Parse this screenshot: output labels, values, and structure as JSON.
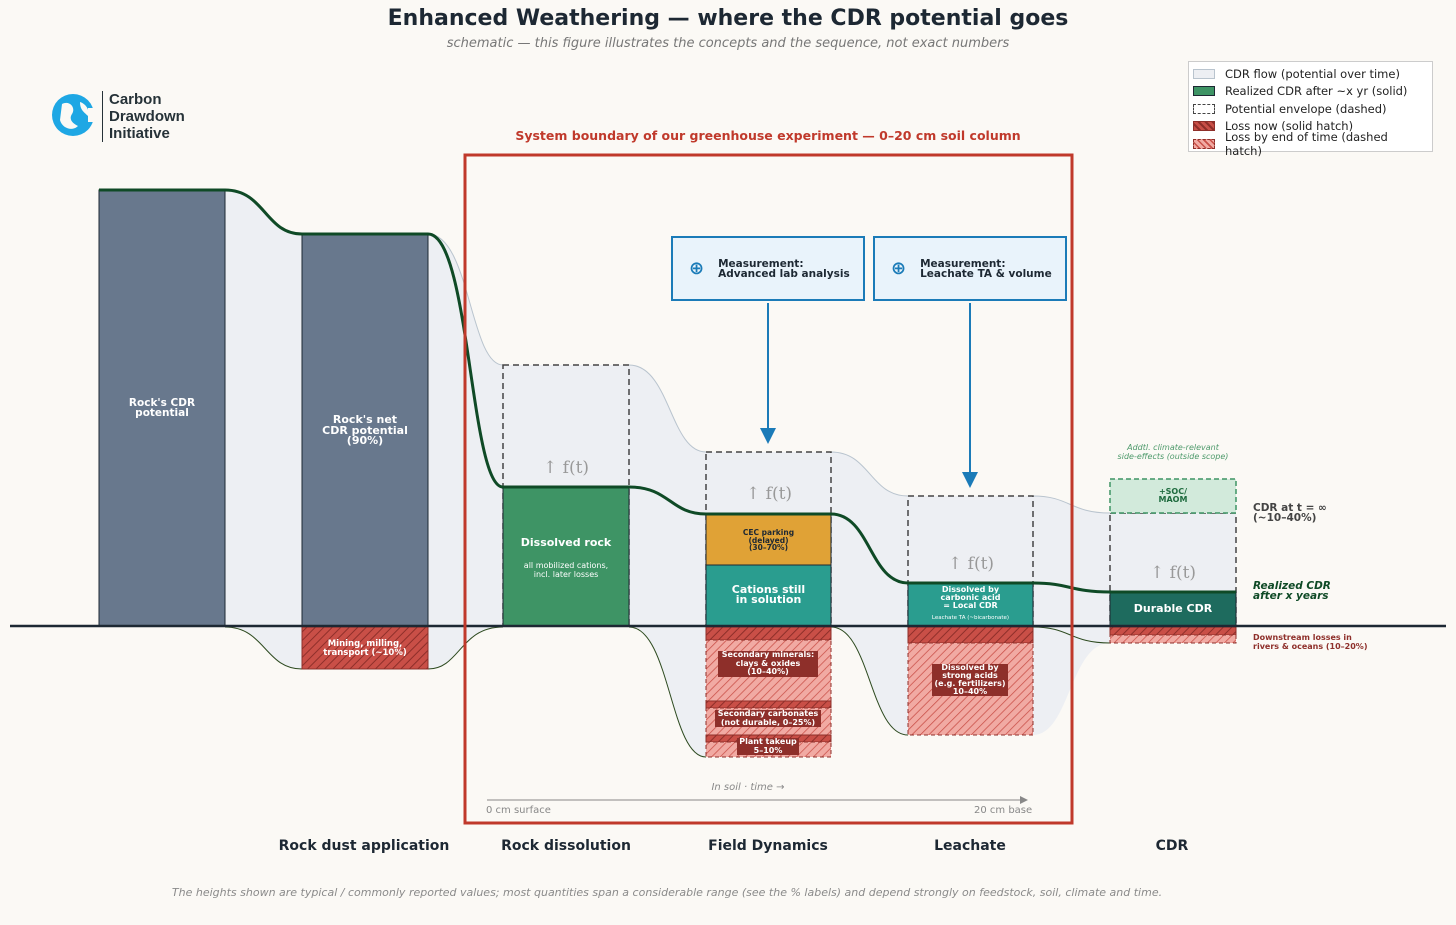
{
  "title": "Enhanced Weathering — where the CDR potential goes",
  "subtitle": "schematic — this figure illustrates the concepts and the sequence, not exact numbers",
  "logo": {
    "line1": "Carbon",
    "line2": "Drawdown",
    "line3": "Initiative",
    "icon": "globe-icon"
  },
  "legend": [
    {
      "label": "CDR flow (potential over time)"
    },
    {
      "label": "Realized CDR after ~x yr (solid)"
    },
    {
      "label": "Potential envelope (dashed)"
    },
    {
      "label": "Loss now (solid hatch)"
    },
    {
      "label": "Loss by end of time (dashed hatch)"
    }
  ],
  "boundary_title": "System boundary of our greenhouse experiment — 0–20 cm soil column",
  "measurements": [
    {
      "line1": "Measurement:",
      "line2": "Advanced lab analysis"
    },
    {
      "line1": "Measurement:",
      "line2": "Leachate TA & volume"
    }
  ],
  "blocks": {
    "rock_potential": {
      "line1": "Rock's CDR",
      "line2": "potential"
    },
    "rock_net": {
      "line1": "Rock's net",
      "line2": "CDR potential",
      "line3": "(90%)"
    },
    "mining": {
      "line1": "Mining, milling,",
      "line2": "transport (~10%)"
    },
    "dissolved": {
      "title": "Dissolved rock",
      "sub1": "all mobilized cations,",
      "sub2": "incl. later losses"
    },
    "cec": {
      "line1": "CEC parking",
      "line2": "(delayed)",
      "line3": "(30–70%)"
    },
    "cations": {
      "line1": "Cations still",
      "line2": "in solution"
    },
    "secondary_minerals": {
      "line1": "Secondary minerals:",
      "line2": "clays & oxides",
      "line3": "(10–40%)"
    },
    "secondary_carbonates": {
      "line1": "Secondary carbonates",
      "line2": "(not durable, 0–25%)"
    },
    "plant": {
      "line1": "Plant takeup",
      "line2": "5–10%"
    },
    "dissolved_carbonic": {
      "line1": "Dissolved by",
      "line2": "carbonic acid",
      "line3": "= Local CDR",
      "sub": "Leachate TA (~bicarbonate)"
    },
    "strong_acids": {
      "line1": "Dissolved by",
      "line2": "strong acids",
      "line3": "(e.g. fertilizers)",
      "line4": "10–40%"
    },
    "durable": {
      "label": "Durable CDR"
    },
    "soc": {
      "line1": "+SOC/",
      "line2": "MAOM"
    },
    "side_effects": {
      "line1": "Addtl. climate-relevant",
      "line2": "side-effects (outside scope)"
    }
  },
  "f_of_t": "↑ f(t)",
  "right_labels": {
    "cdr_inf_1": "CDR at t = ∞",
    "cdr_inf_2": "(~10–40%)",
    "realized_1": "Realized CDR",
    "realized_2": "after x years",
    "downstream_1": "Downstream losses in",
    "downstream_2": "rivers & oceans (10–20%)"
  },
  "time_axis": {
    "label": "In soil · time →",
    "start": "0 cm surface",
    "end": "20 cm base"
  },
  "stages": [
    "Rock dust application",
    "Rock dissolution",
    "Field Dynamics",
    "Leachate",
    "CDR"
  ],
  "footnote": "The heights shown are typical / commonly reported values; most quantities span a considerable range (see the % labels) and depend strongly on feedstock, soil, climate and time.",
  "colors": {
    "rock": "#68788d",
    "dissolved": "#3e9465",
    "teal": "#2a9d8f",
    "durable": "#1e6b5e",
    "cec": "#e0a236",
    "loss": "#c94f47",
    "loss_light": "#f1aaa3",
    "flow": "#edeff3",
    "realized_line": "#0f4a26",
    "boundary": "#c0392b",
    "measure": "#1b7bb8",
    "soc": "#d2eadb"
  }
}
